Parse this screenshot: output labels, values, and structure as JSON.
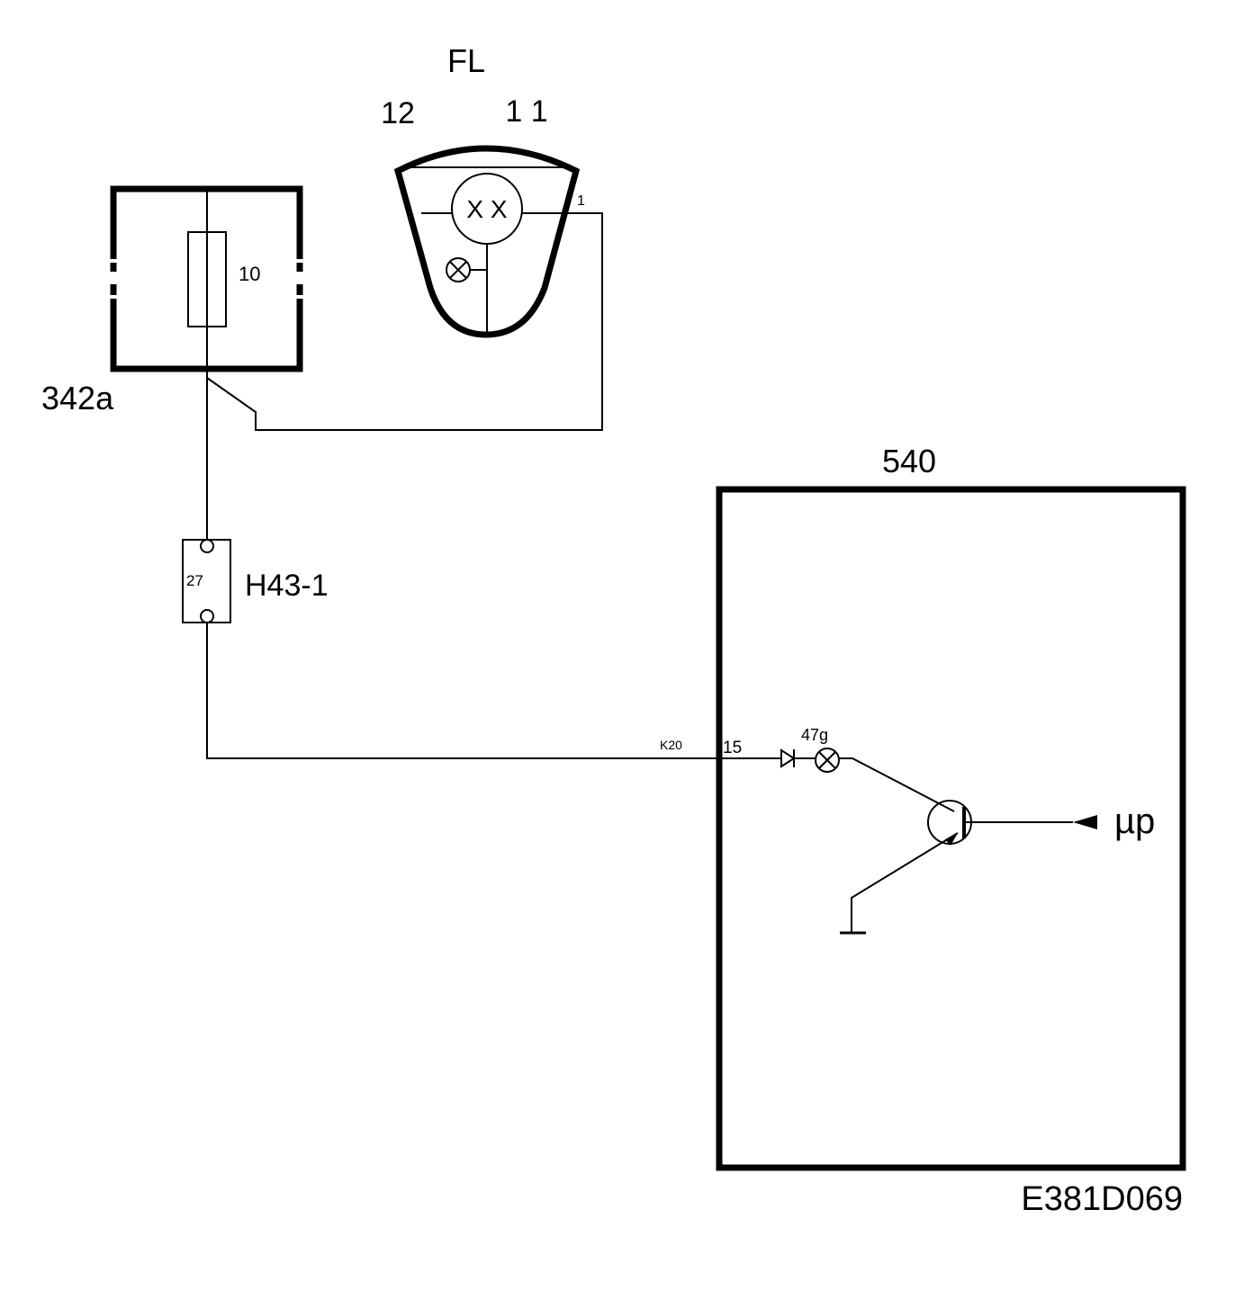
{
  "diagram": {
    "switch": {
      "label": "FL",
      "pos_left": "12",
      "pos_right": "1 1",
      "contact_marks": "X X",
      "terminal": "1"
    },
    "fuse_box": {
      "id": "342a",
      "fuse_rating": "10"
    },
    "connector": {
      "id": "H43-1",
      "pin": "27"
    },
    "control_unit": {
      "id": "540",
      "wire_code": "K20",
      "pin": "15",
      "indicator": "47g",
      "processor": "µp"
    },
    "drawing_number": "E381D069"
  }
}
